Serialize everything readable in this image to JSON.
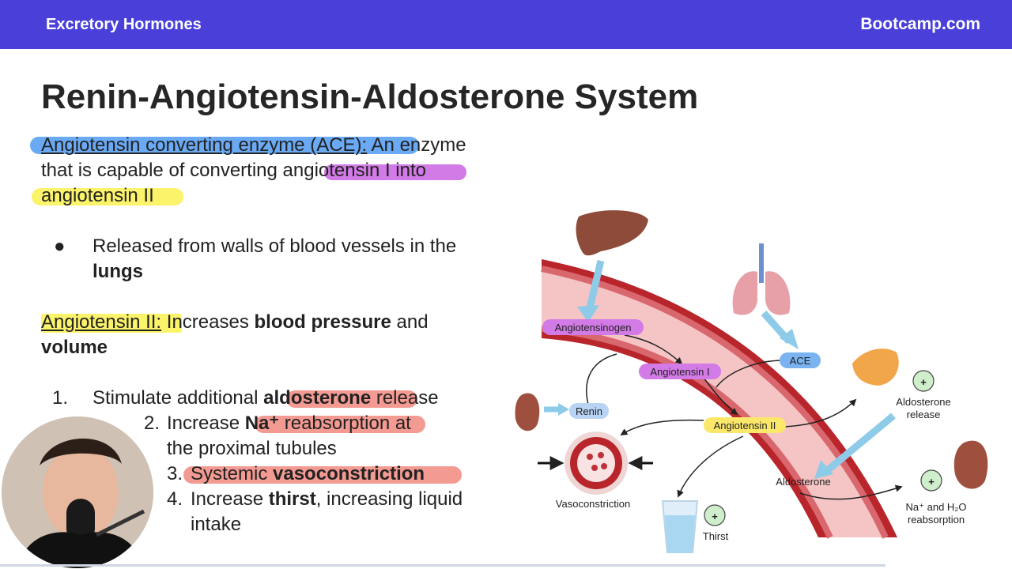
{
  "header": {
    "course_title": "Excretory Hormones",
    "brand": "Bootcamp.com",
    "bar_color": "#4a40d9"
  },
  "slide": {
    "title": "Renin-Angiotensin-Aldosterone System",
    "ace_def": {
      "term": "Angiotensin converting enzyme (ACE):",
      "line1_rest": " An enzyme",
      "line2_a": "that is capable of converting ",
      "line2_hl": "angiotensin I",
      "line2_b": " into",
      "line3": "angiotensin II"
    },
    "bullet": {
      "line1": "Released from walls of blood vessels in the",
      "line2": "lungs"
    },
    "ang2_def": {
      "term": "Angiotensin II:",
      "rest": " Increases ",
      "bold1": "blood pressure",
      "and": " and",
      "bold2": "volume"
    },
    "list": {
      "i1_num": "1.",
      "i1_a": "Stimulate additional ",
      "i1_bold": "aldosterone",
      "i1_b": " release",
      "i2_num": "2.",
      "i2_a": "Increase ",
      "i2_bold": "Na⁺",
      "i2_b": " reabsorption at",
      "i2_c": "the proximal tubules",
      "i3_num": "3.",
      "i3_a": "Systemic ",
      "i3_bold": "vasoconstriction",
      "i4_num": "4.",
      "i4_a": "Increase ",
      "i4_bold": "thirst",
      "i4_b": ", increasing liquid",
      "i4_c": "intake"
    }
  },
  "diagram": {
    "angiotensinogen": "Angiotensinogen",
    "angiotensin1": "Angiotensin I",
    "angiotensin2": "Angiotensin II",
    "ace": "ACE",
    "renin": "Renin",
    "aldosterone": "Aldosterone",
    "aldo_release_1": "Aldosterone",
    "aldo_release_2": "release",
    "vasoconstriction": "Vasoconstriction",
    "thirst": "Thirst",
    "na_line1": "Na⁺ and H₂O",
    "na_line2": "reabsorption",
    "plus": "+"
  }
}
